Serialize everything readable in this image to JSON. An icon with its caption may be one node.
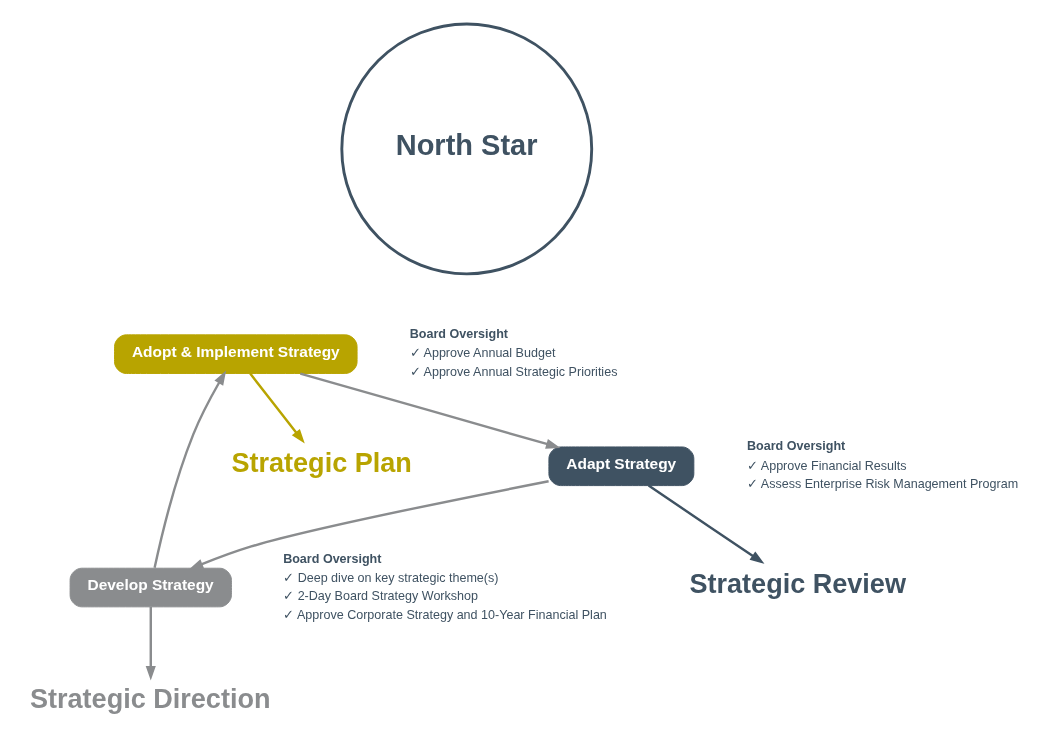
{
  "diagram": {
    "nodes": [
      {
        "text": [
          "North Star"
        ]
      },
      {
        "text": [
          "Adapt Strategy"
        ],
        "beside": [
          "Board Oversight",
          "✓ Approve Financial Results",
          "✓ Assess Enterprise Risk Management Program"
        ]
      },
      {
        "text": [
          "Develop Strategy"
        ],
        "beside": [
          "Board Oversight",
          "✓ Deep dive on key strategic theme(s)",
          "✓ 2-Day Board Strategy Workshop",
          "✓ Approve Corporate Strategy and 10-Year Financial Plan"
        ]
      },
      {
        "text": [
          "Adopt & Implement Strategy"
        ],
        "beside": [
          "Board Oversight",
          "✓ Approve Annual Budget",
          "✓ Approve Annual Strategic Priorities"
        ]
      },
      {
        "text": [
          "Strategic Review"
        ]
      },
      {
        "text": [
          "Strategic Direction"
        ]
      },
      {
        "text": [
          "Strategic Plan"
        ]
      }
    ],
    "edges": [
      {
        "from": 1,
        "to": 2,
        "arrow": "to"
      },
      {
        "from": 2,
        "to": 3,
        "arrow": "to"
      },
      {
        "from": 3,
        "to": 1,
        "arrow": "to"
      },
      {
        "from": 1,
        "to": 4,
        "arrow": "to",
        "color": "#3f5262"
      },
      {
        "from": 2,
        "to": 5,
        "arrow": "to",
        "color": "#8a8c8e"
      },
      {
        "from": 3,
        "to": 6,
        "arrow": "to",
        "color": "#b8a400"
      }
    ]
  }
}
